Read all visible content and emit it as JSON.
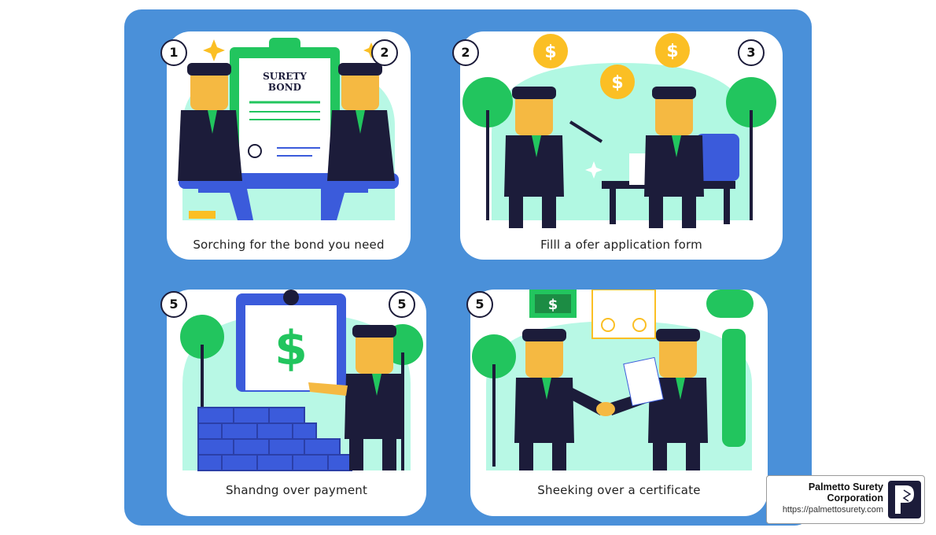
{
  "panels": [
    {
      "caption": "Sorching for the bond you need",
      "badges": [
        "1",
        "2"
      ],
      "document_title": "SURETY BOND"
    },
    {
      "caption": "Filll a ofer application  form",
      "badges": [
        "2",
        "3"
      ]
    },
    {
      "caption": "Shandng over payment",
      "badges": [
        "5",
        "5"
      ]
    },
    {
      "caption": "Sheeking over a certificate",
      "badges": [
        "5"
      ]
    }
  ],
  "brand": {
    "name_line1": "Palmetto Surety",
    "name_line2": "Corporation",
    "url": "https://palmettosurety.com"
  },
  "colors": {
    "background_board": "#4a90d9",
    "mint": "#7df3cf",
    "green": "#22c55e",
    "navy_suit": "#1c1c3a",
    "skin": "#f5b942",
    "gold": "#fbbf24",
    "blue_accent": "#3b5bdb"
  },
  "icons": [
    "dollar-coin-icon",
    "sparkle-icon",
    "clipboard-icon",
    "handshake-icon",
    "tree-icon",
    "palmetto-logo-icon"
  ]
}
